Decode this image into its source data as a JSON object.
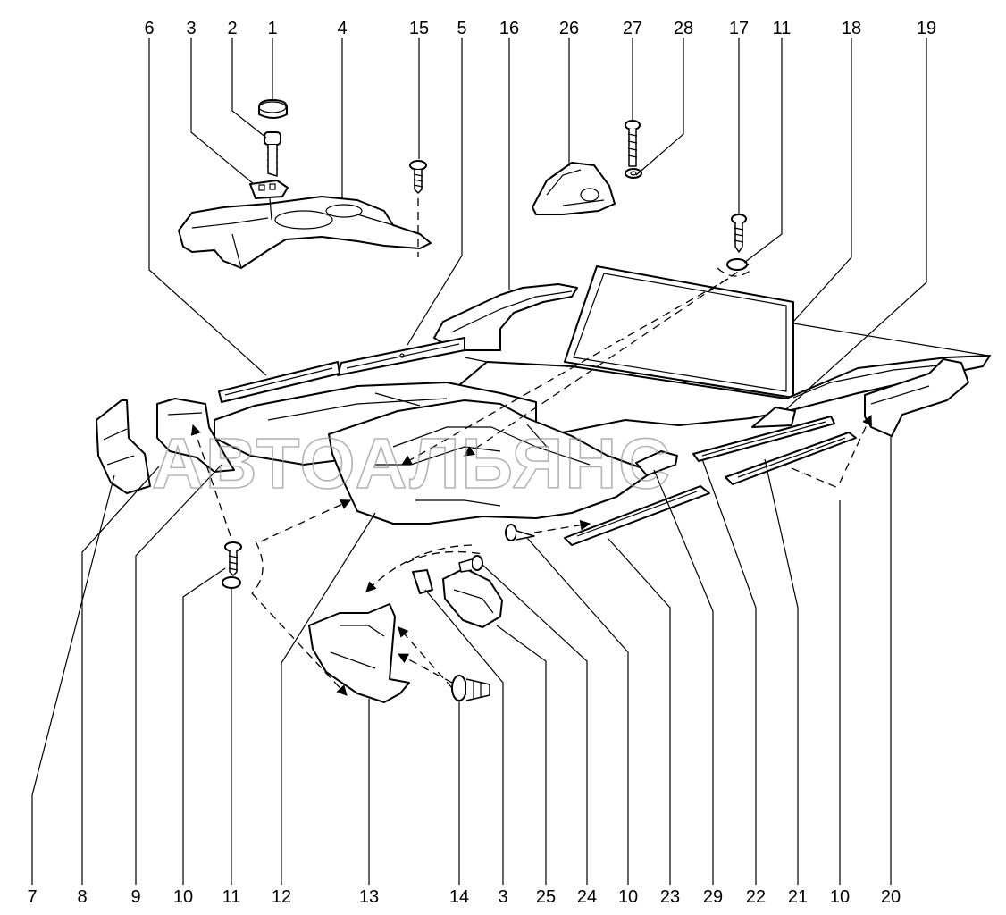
{
  "watermark": "АВТОАЛЬЯНС",
  "colors": {
    "line": "#000000",
    "background": "#ffffff",
    "watermark": "#9a9a9a"
  },
  "callouts_top": [
    "6",
    "3",
    "2",
    "1",
    "4",
    "15",
    "5",
    "16",
    "26",
    "27",
    "28",
    "17",
    "11",
    "18",
    "19"
  ],
  "callouts_bottom": [
    "7",
    "8",
    "9",
    "10",
    "11",
    "12",
    "13",
    "14",
    "3",
    "25",
    "24",
    "10",
    "23",
    "29",
    "22",
    "21",
    "10",
    "20"
  ]
}
